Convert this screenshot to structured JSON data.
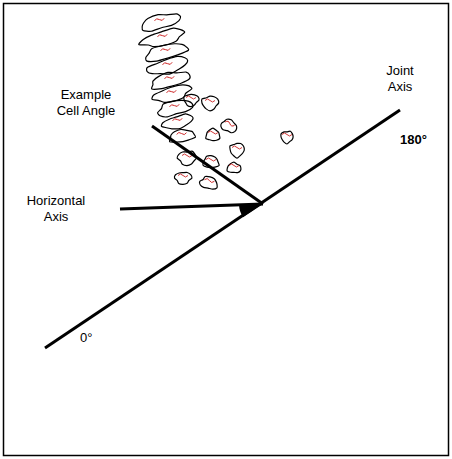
{
  "diagram": {
    "labels": [
      "Joint Axis",
      "180°",
      "Example Cell Angle",
      "Horizontal Axis",
      "0°"
    ]
  }
}
